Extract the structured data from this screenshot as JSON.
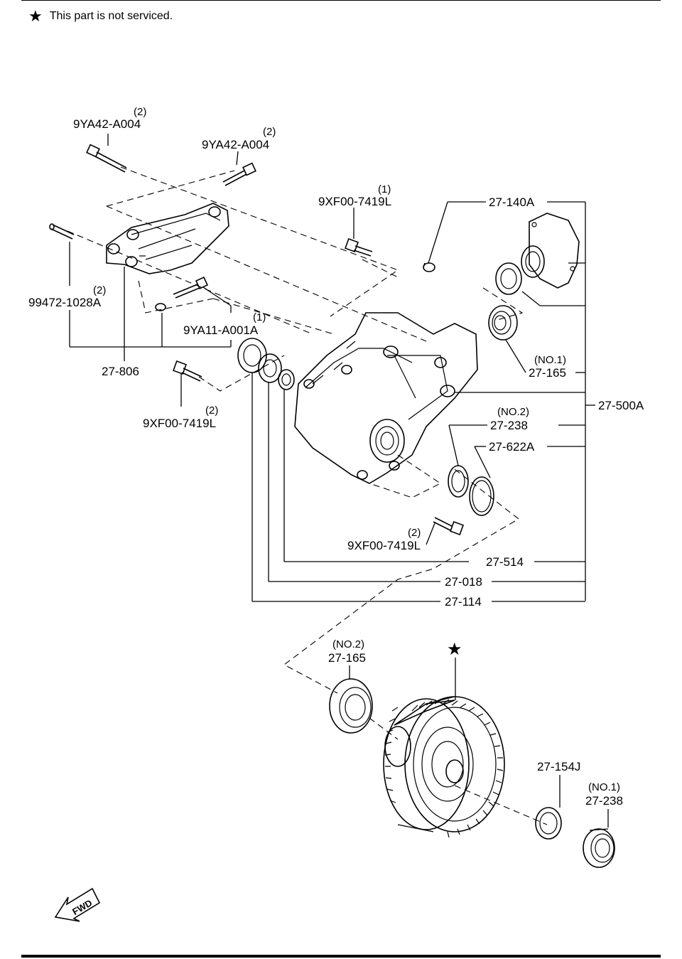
{
  "note": {
    "star_icon": "star-icon",
    "text": "This part is not serviced."
  },
  "labels": {
    "bolt_9ya42_top": {
      "qty": "(2)",
      "part": "9YA42-A004"
    },
    "bolt_9ya42_right": {
      "qty": "(2)",
      "part": "9YA42-A004"
    },
    "bolt_9xf00_upper": {
      "qty": "(1)",
      "part": "9XF00-7419L"
    },
    "stud_99472": {
      "qty": "(2)",
      "part": "99472-1028A"
    },
    "bolt_9ya11": {
      "qty": "(1)",
      "part": "9YA11-A001A"
    },
    "bracket_27806": {
      "part": "27-806"
    },
    "bolt_9xf00_left": {
      "qty": "(2)",
      "part": "9XF00-7419L"
    },
    "cover_27140a": {
      "part": "27-140A"
    },
    "bearing_27165_no1": {
      "qty": "(NO.1)",
      "part": "27-165"
    },
    "case_27500a": {
      "part": "27-500A"
    },
    "shim_27238_no2": {
      "qty": "(NO.2)",
      "part": "27-238"
    },
    "oring_27622a": {
      "part": "27-622A"
    },
    "bolt_9xf00_lower": {
      "qty": "(2)",
      "part": "9XF00-7419L"
    },
    "part_27514": {
      "part": "27-514"
    },
    "part_27018": {
      "part": "27-018"
    },
    "part_27114": {
      "part": "27-114"
    },
    "bearing_27165_no2": {
      "qty": "(NO.2)",
      "part": "27-165"
    },
    "washer_27154j": {
      "part": "27-154J"
    },
    "bearing_27238_no1": {
      "qty": "(NO.1)",
      "part": "27-238"
    }
  },
  "gear_star": "★",
  "fwd": "FWD"
}
